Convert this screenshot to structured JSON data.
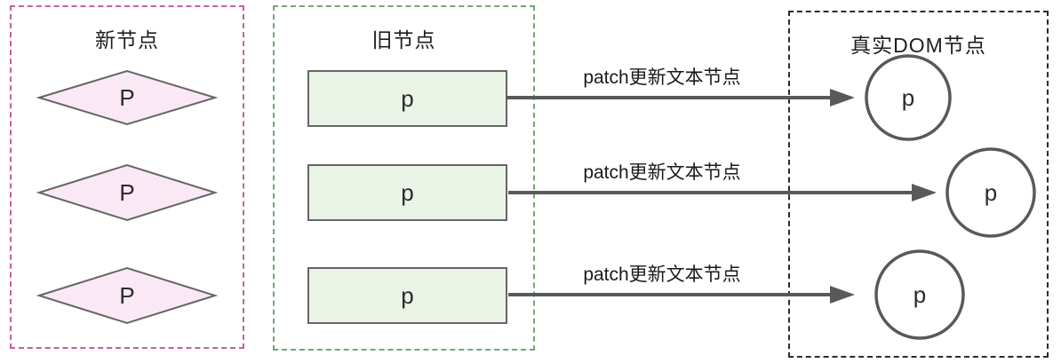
{
  "diagram": {
    "groups": [
      {
        "id": "new-nodes",
        "title": "新节点",
        "shape": "diamond",
        "border_color": "#c75f9e",
        "fill_color": "#fae9f5",
        "items": [
          {
            "label": "P"
          },
          {
            "label": "P"
          },
          {
            "label": "P"
          }
        ]
      },
      {
        "id": "old-nodes",
        "title": "旧节点",
        "shape": "rectangle",
        "border_color": "#70a878",
        "fill_color": "#e9f4e7",
        "items": [
          {
            "label": "p"
          },
          {
            "label": "p"
          },
          {
            "label": "p"
          }
        ]
      },
      {
        "id": "real-dom-nodes",
        "title": "真实DOM节点",
        "shape": "circle",
        "border_color": "#2b2b2b",
        "fill_color": "#ffffff",
        "items": [
          {
            "label": "p"
          },
          {
            "label": "p"
          },
          {
            "label": "p"
          }
        ]
      }
    ],
    "arrows": [
      {
        "label": "patch更新文本节点"
      },
      {
        "label": "patch更新文本节点"
      },
      {
        "label": "patch更新文本节点"
      }
    ],
    "colors": {
      "shape_stroke": "#666666",
      "arrow": "#595959",
      "text": "#1f1f1f"
    }
  }
}
